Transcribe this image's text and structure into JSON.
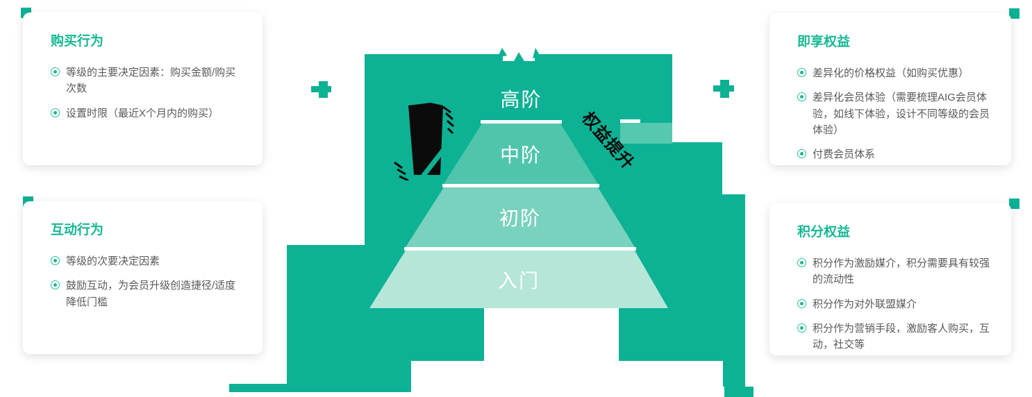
{
  "cards": {
    "purchase": {
      "title": "购买行为",
      "items": [
        "等级的主要决定因素：购买金额/购买次数",
        "设置时限（最近X个月内的购买）"
      ]
    },
    "interaction": {
      "title": "互动行为",
      "items": [
        "等级的次要决定因素",
        "鼓励互动，为会员升级创造捷径/适度降低门槛"
      ]
    },
    "instant_benefits": {
      "title": "即享权益",
      "items": [
        "差异化的价格权益（如购买优惠）",
        "差异化会员体验（需要梳理AIG会员体验，如线下体验，设计不同等级的会员体验）",
        "付费会员体系"
      ]
    },
    "points_benefits": {
      "title": "积分权益",
      "items": [
        "积分作为激励媒介，积分需要具有较强的流动性",
        "积分作为对外联盟媒介",
        "积分作为营销手段，激励客人购买，互动，社交等"
      ]
    }
  },
  "pyramid": {
    "levels": [
      "高阶",
      "中阶",
      "初阶",
      "入门"
    ],
    "arrow_label": "权益提升"
  },
  "colors": {
    "background_green": "#0DB194",
    "level_2": "#4FC6AB",
    "level_3": "#79D2BD",
    "level_4": "#B5E6D8",
    "light_patch": "#56C8AF",
    "title_green": "#17B894",
    "body_text": "#595959",
    "doodle_black": "#0b0b0b"
  }
}
